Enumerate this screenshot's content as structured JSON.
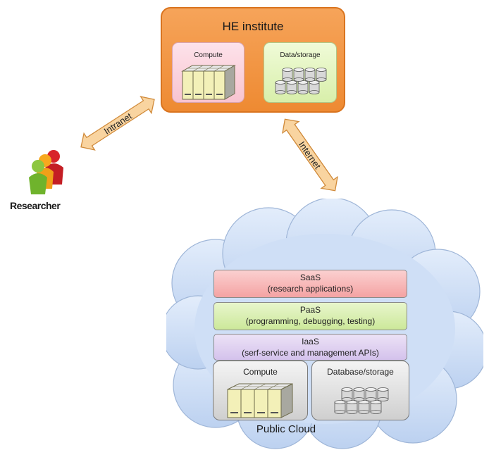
{
  "he_institute": {
    "title": "HE institute",
    "compute_label": "Compute",
    "storage_label": "Data/storage"
  },
  "links": {
    "intranet": "Intranet",
    "internet": "Internet"
  },
  "researcher": {
    "label": "Researcher",
    "icon": "people-icon"
  },
  "cloud": {
    "label": "Public Cloud",
    "saas": {
      "name": "SaaS",
      "desc": "(research applications)"
    },
    "paas": {
      "name": "PaaS",
      "desc": "(programming, debugging, testing)"
    },
    "iaas": {
      "name": "IaaS",
      "desc": "(serf-service and management APIs)"
    },
    "compute_label": "Compute",
    "database_label": "Database/storage"
  },
  "colors": {
    "institute": "#f29a4a",
    "arrow": "#f7c98a",
    "cloud": "#cfe0f7",
    "saas": "#f4a3a3",
    "paas": "#cce89a",
    "iaas": "#d4c2ec"
  }
}
